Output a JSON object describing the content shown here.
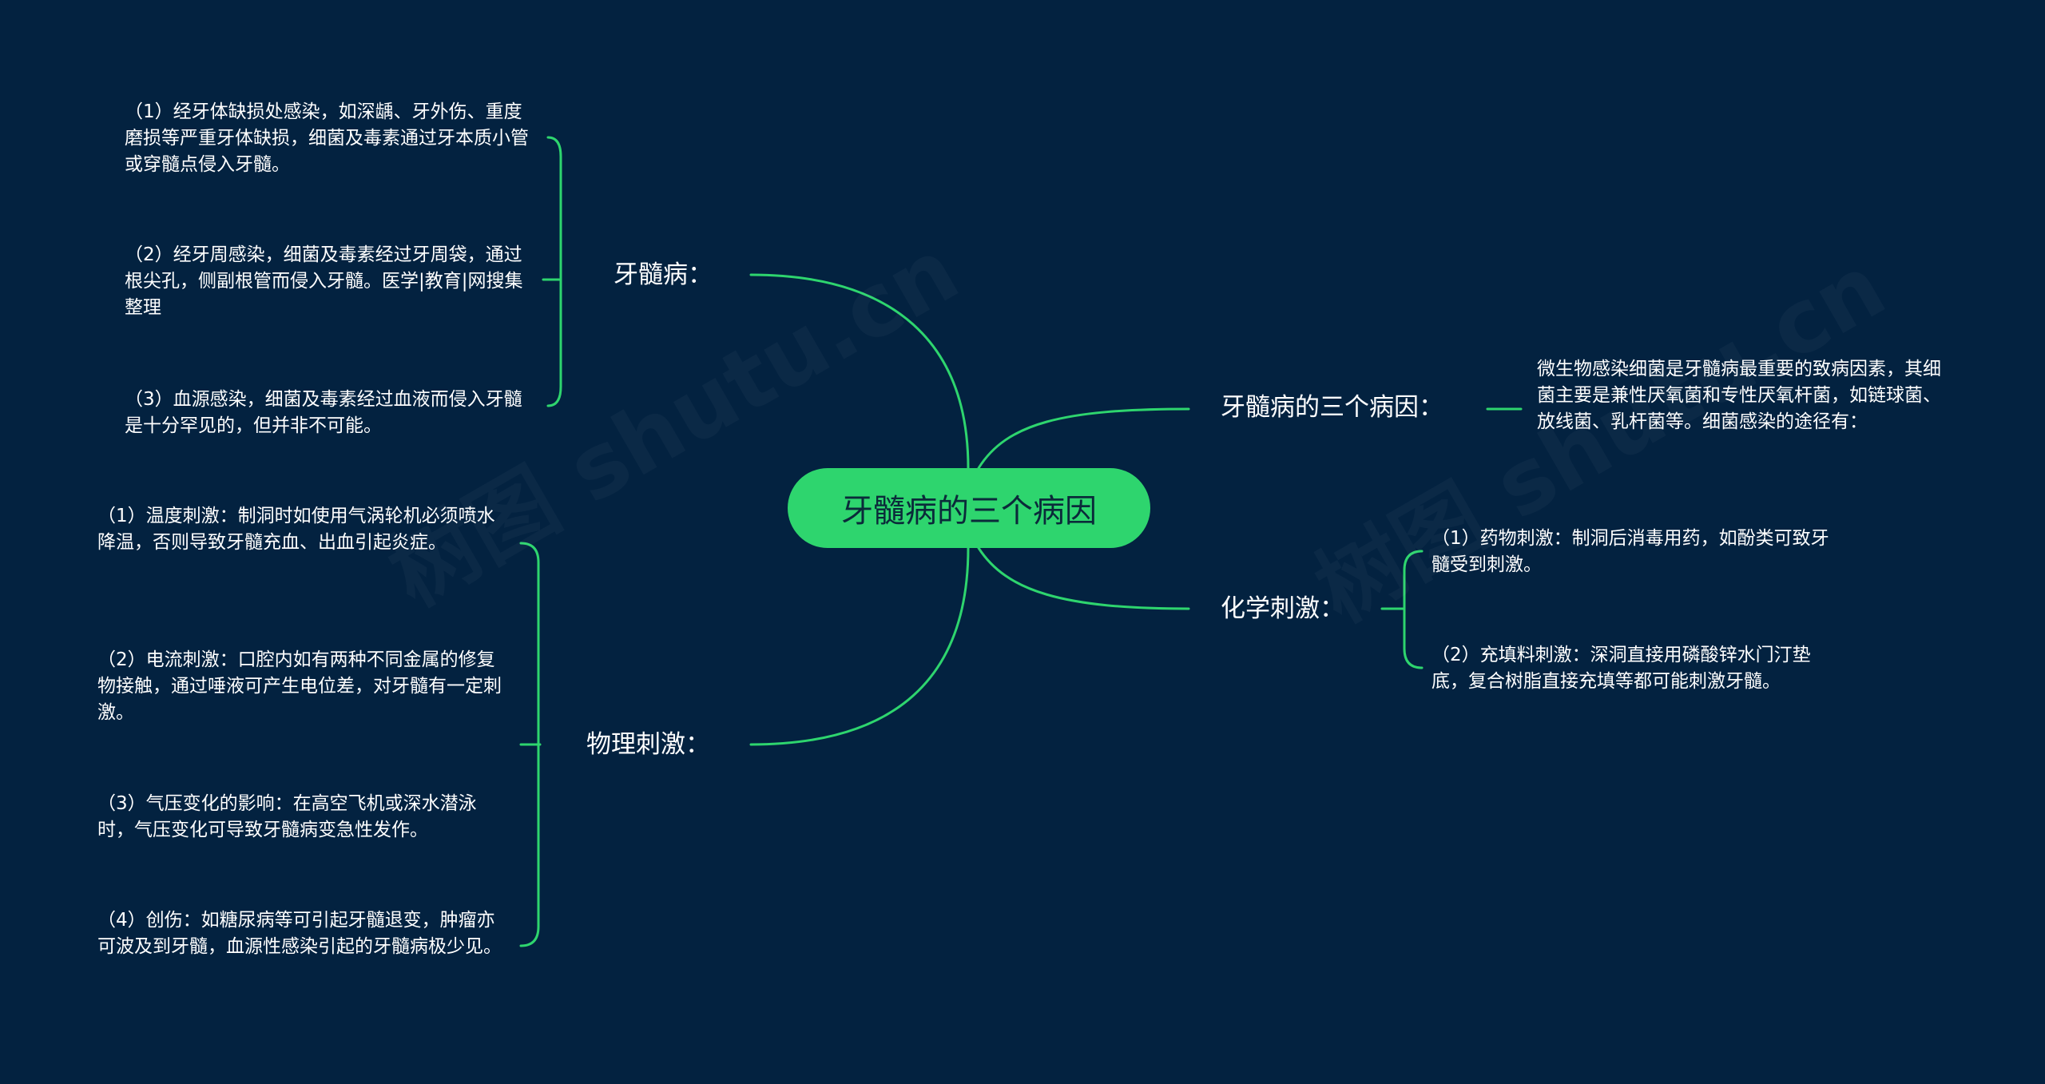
{
  "root": {
    "label": "牙髓病的三个病因"
  },
  "branches": {
    "b1": {
      "label": "牙髓病："
    },
    "b2": {
      "label": "物理刺激："
    },
    "b3": {
      "label": "牙髓病的三个病因："
    },
    "b4": {
      "label": "化学刺激："
    }
  },
  "leaves": {
    "l1": "（1）经牙体缺损处感染，如深龋、牙外伤、重度磨损等严重牙体缺损，细菌及毒素通过牙本质小管或穿髓点侵入牙髓。",
    "l2": "（2）经牙周感染，细菌及毒素经过牙周袋，通过根尖孔，侧副根管而侵入牙髓。医学|教育|网搜集整理",
    "l3": "（3）血源感染，细菌及毒素经过血液而侵入牙髓是十分罕见的，但并非不可能。",
    "l4": "（1）温度刺激：制洞时如使用气涡轮机必须喷水降温，否则导致牙髓充血、出血引起炎症。",
    "l5": "（2）电流刺激：口腔内如有两种不同金属的修复物接触，通过唾液可产生电位差，对牙髓有一定刺激。",
    "l6": "（3）气压变化的影响：在高空飞机或深水潜泳时，气压变化可导致牙髓病变急性发作。",
    "l7": "（4）创伤：如糖尿病等可引起牙髓退变，肿瘤亦可波及到牙髓，血源性感染引起的牙髓病极少见。",
    "l8": "微生物感染细菌是牙髓病最重要的致病因素，其细菌主要是兼性厌氧菌和专性厌氧杆菌，如链球菌、放线菌、乳杆菌等。细菌感染的途径有：",
    "l9": "（1）药物刺激：制洞后消毒用药，如酚类可致牙髓受到刺激。",
    "l10": "（2）充填料刺激：深洞直接用磷酸锌水门汀垫底，复合树脂直接充填等都可能刺激牙髓。"
  },
  "watermark": "树图 shutu.cn",
  "colors": {
    "background": "#032240",
    "line": "#2ed56e",
    "root_fill": "#2ed56e"
  }
}
